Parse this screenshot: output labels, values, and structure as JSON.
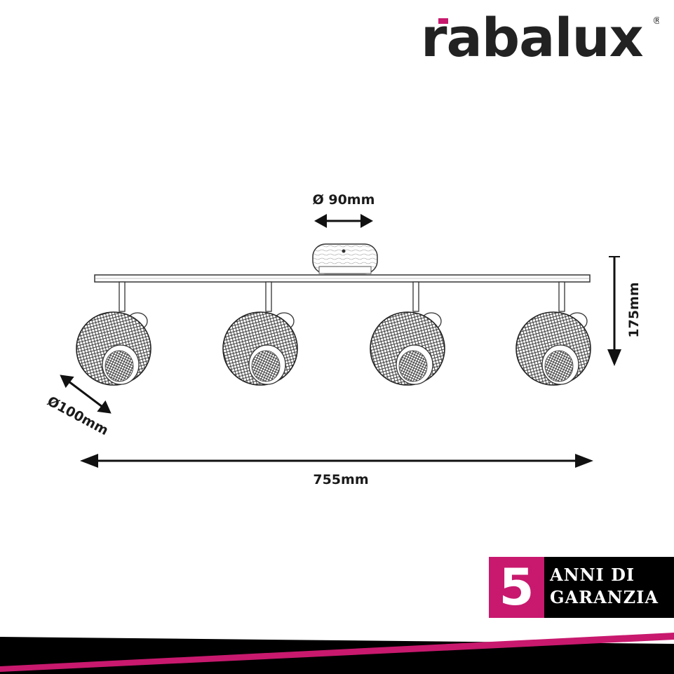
{
  "brand": {
    "name": "rabalux",
    "registered_mark": "®",
    "accent_color": "#c8196e",
    "text_color": "#222222"
  },
  "dimensions": {
    "canopy_diameter": "Ø 90mm",
    "height": "175mm",
    "shade_diameter": "100mm",
    "shade_diameter_symbol": "Ø",
    "total_length": "755mm"
  },
  "product": {
    "spot_count": 4
  },
  "warranty": {
    "years": "5",
    "line1": "ANNI DI",
    "line2": "GARANZIA"
  }
}
